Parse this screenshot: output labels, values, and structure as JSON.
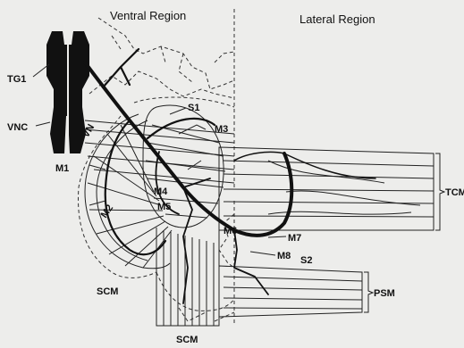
{
  "regions": {
    "ventral": "Ventral Region",
    "lateral": "Lateral Region"
  },
  "labels": {
    "tg1": "TG1",
    "vnc": "VNC",
    "vn": "VN",
    "s1": "S1",
    "s2": "S2",
    "m1": "M1",
    "m2": "M2",
    "m3": "M3",
    "m4": "M4",
    "m5": "M5",
    "m6": "M6",
    "m7": "M7",
    "m8": "M8",
    "tcm": "TCM",
    "psm": "PSM",
    "scm_left": "SCM",
    "scm_bottom": "SCM"
  },
  "colors": {
    "ink": "#111111",
    "paper": "#ededeb"
  }
}
